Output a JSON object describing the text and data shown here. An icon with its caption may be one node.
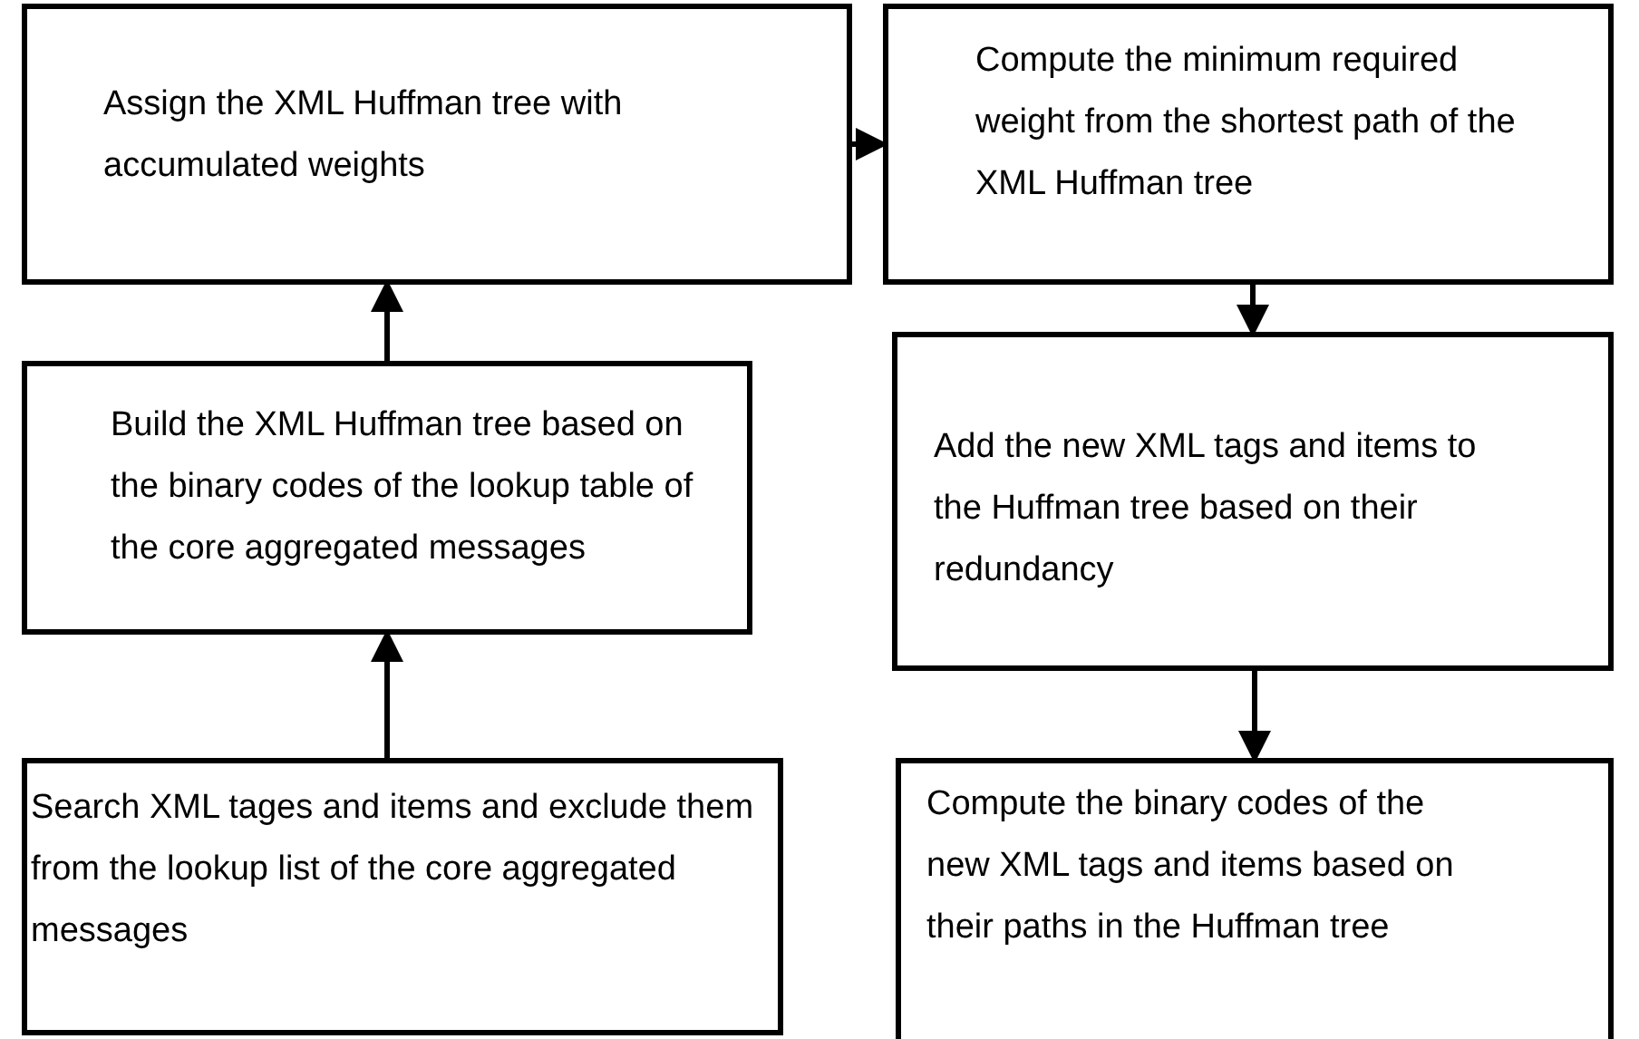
{
  "diagram": {
    "nodes": [
      {
        "text": [
          "Assign the XML Huffman tree with accumulated weights"
        ]
      },
      {
        "text": [
          "Compute the minimum required weight from the shortest path of the XML Huffman tree"
        ]
      },
      {
        "text": [
          "Build the XML Huffman tree based on the binary codes of the lookup table of the core aggregated messages"
        ]
      },
      {
        "text": [
          "Add the new XML tags and items to the Huffman tree based on their redundancy"
        ]
      },
      {
        "text": [
          "Search XML tages and items and exclude them from the lookup list of the core aggregated messages"
        ]
      },
      {
        "text": [
          "Compute the binary codes of the new XML tags and items based on their paths in the Huffman tree"
        ]
      }
    ],
    "edges": [
      {
        "from": 4,
        "to": 2,
        "arrow": "to"
      },
      {
        "from": 2,
        "to": 0,
        "arrow": "to"
      },
      {
        "from": 0,
        "to": 1,
        "arrow": "to"
      },
      {
        "from": 1,
        "to": 3,
        "arrow": "to"
      },
      {
        "from": 3,
        "to": 5,
        "arrow": "to"
      }
    ]
  }
}
